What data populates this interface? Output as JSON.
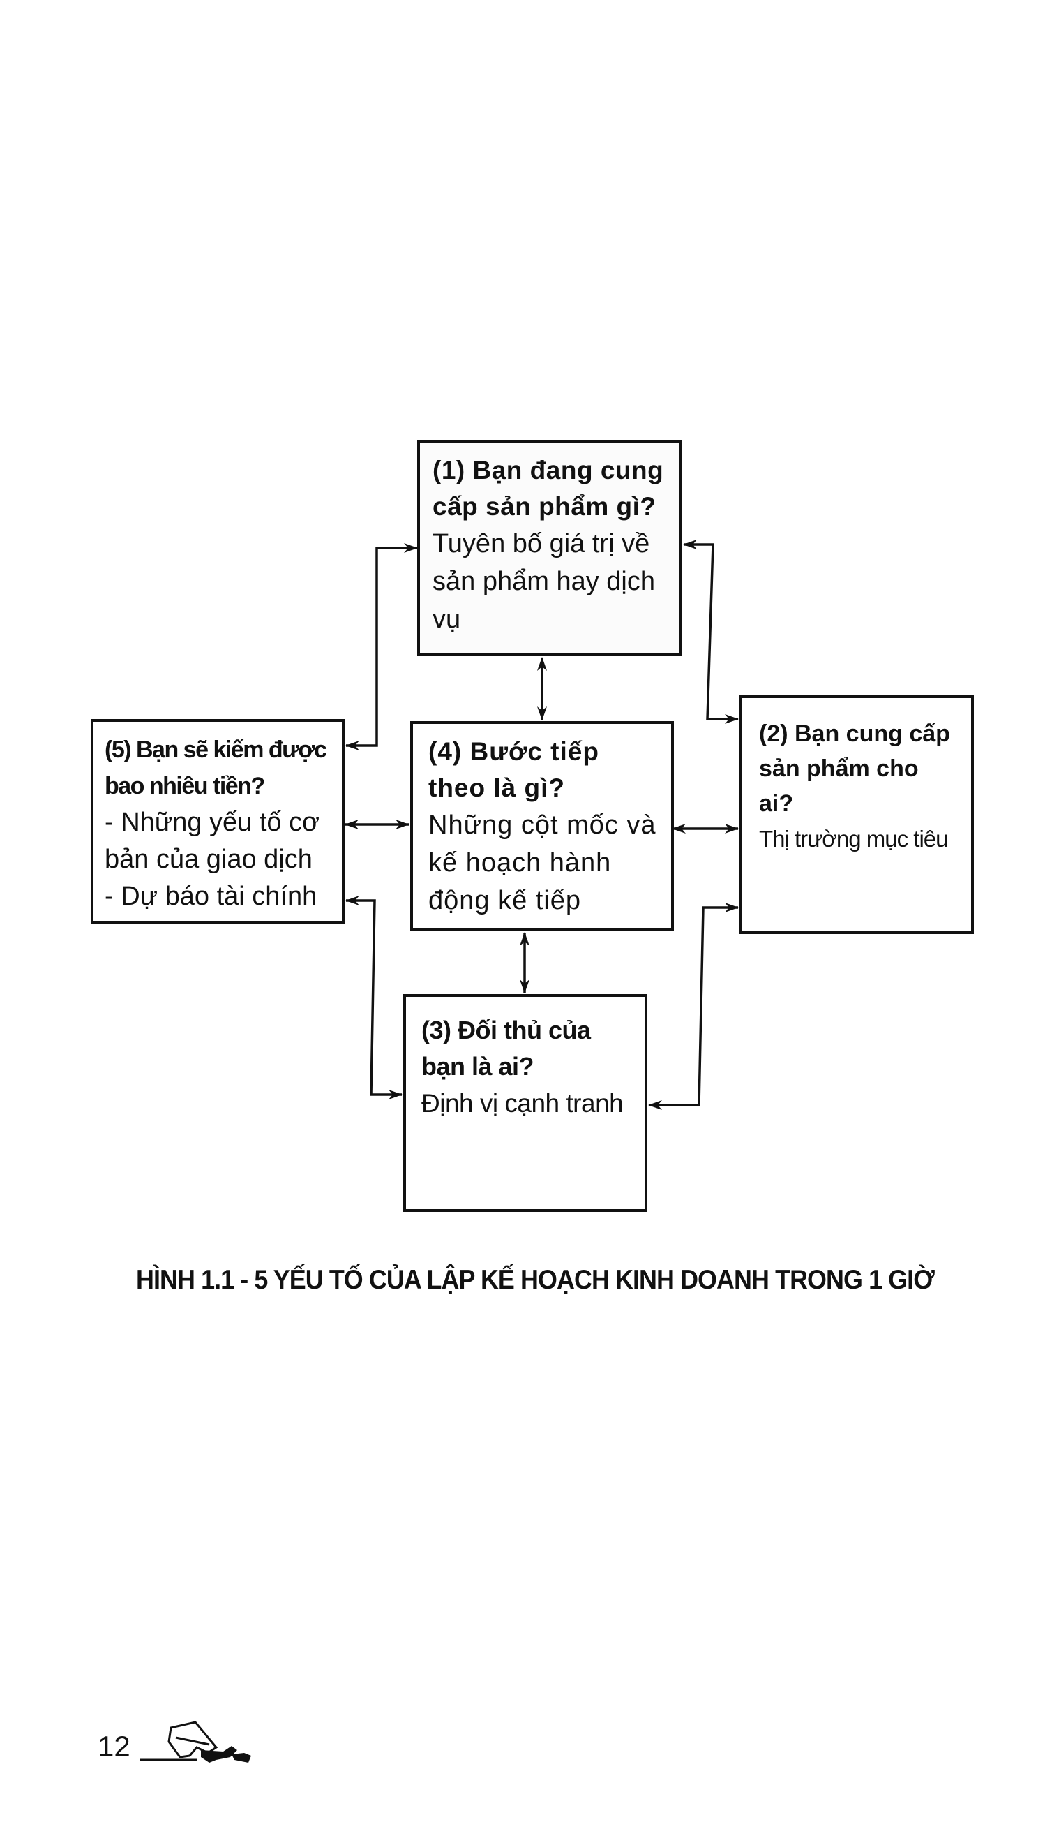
{
  "figure": {
    "boxes": {
      "box1": {
        "question": "(1) Bạn đang cung cấp sản phẩm gì?",
        "answer": "Tuyên bố giá trị về sản phẩm hay dịch vụ"
      },
      "box2": {
        "question": "(2) Bạn cung cấp sản phẩm cho ai?",
        "answer": "Thị trường mục tiêu"
      },
      "box3": {
        "question": "(3) Đối thủ của bạn là ai?",
        "answer": "Định vị cạnh tranh"
      },
      "box4": {
        "question": "(4) Bước tiếp theo là gì?",
        "answer": "Những cột mốc và kế hoạch hành động kế tiếp"
      },
      "box5": {
        "question": "(5) Bạn sẽ kiếm được bao nhiêu tiền?",
        "answer_lines": [
          "- Những yếu tố cơ bản của giao dịch",
          "- Dự báo tài chính"
        ]
      }
    },
    "connections": [
      {
        "from": "box5",
        "to": "box1",
        "type": "arrow"
      },
      {
        "from": "box2",
        "to": "box1",
        "type": "arrow"
      },
      {
        "from": "box1",
        "to": "box4",
        "type": "double-arrow"
      },
      {
        "from": "box5",
        "to": "box4",
        "type": "double-arrow"
      },
      {
        "from": "box4",
        "to": "box2",
        "type": "double-arrow"
      },
      {
        "from": "box4",
        "to": "box3",
        "type": "double-arrow"
      },
      {
        "from": "box5",
        "to": "box3",
        "type": "double-arrow"
      },
      {
        "from": "box3",
        "to": "box2",
        "type": "double-arrow"
      }
    ],
    "caption": "HÌNH 1.1 - 5 YẾU TỐ CỦA LẬP KẾ HOẠCH KINH DOANH TRONG 1 GIỜ"
  },
  "page": {
    "number": "12",
    "ornament_icon": "scuba-diver-icon"
  }
}
